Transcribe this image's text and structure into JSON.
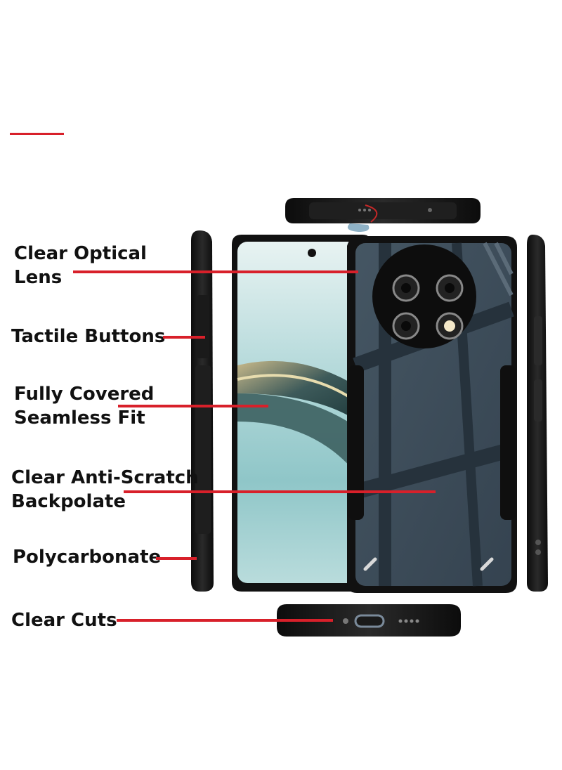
{
  "labels": {
    "optical_lens_line1": "Clear Optical",
    "optical_lens_line2": "Lens",
    "tactile_buttons": "Tactile Buttons",
    "fully_covered_line1": "Fully Covered",
    "fully_covered_line2": "Seamless Fit",
    "anti_scratch_line1": "Clear Anti-Scratch",
    "anti_scratch_line2": "Backpolate",
    "polycarbonate": "Polycarbonate",
    "clear_cuts": "Clear Cuts"
  },
  "colors": {
    "accent_red": "#d8202a",
    "case_black": "#141414",
    "back_panel": "#3b4a57",
    "screen_teal": "#9fcfd2",
    "text": "#111111"
  },
  "icons": {
    "camera_module": "camera-module-icon",
    "flash": "flash-icon",
    "usb_port": "usb-c-port-icon"
  }
}
